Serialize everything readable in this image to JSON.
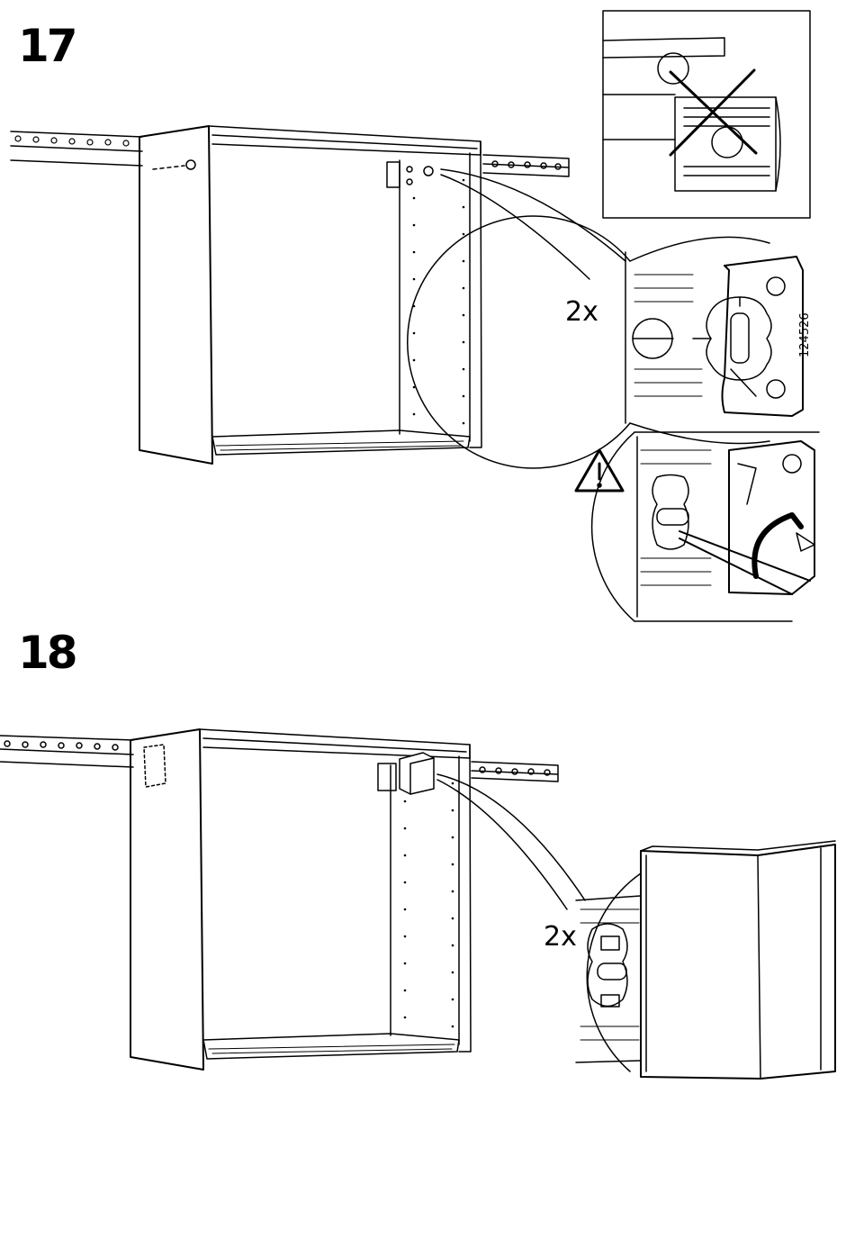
{
  "steps": [
    {
      "number": "17",
      "quantity": "2x",
      "part_number": "124526"
    },
    {
      "number": "18",
      "quantity": "2x"
    }
  ],
  "icons": {
    "warning": "warning-triangle-icon",
    "incorrect": "cross-out-icon"
  }
}
